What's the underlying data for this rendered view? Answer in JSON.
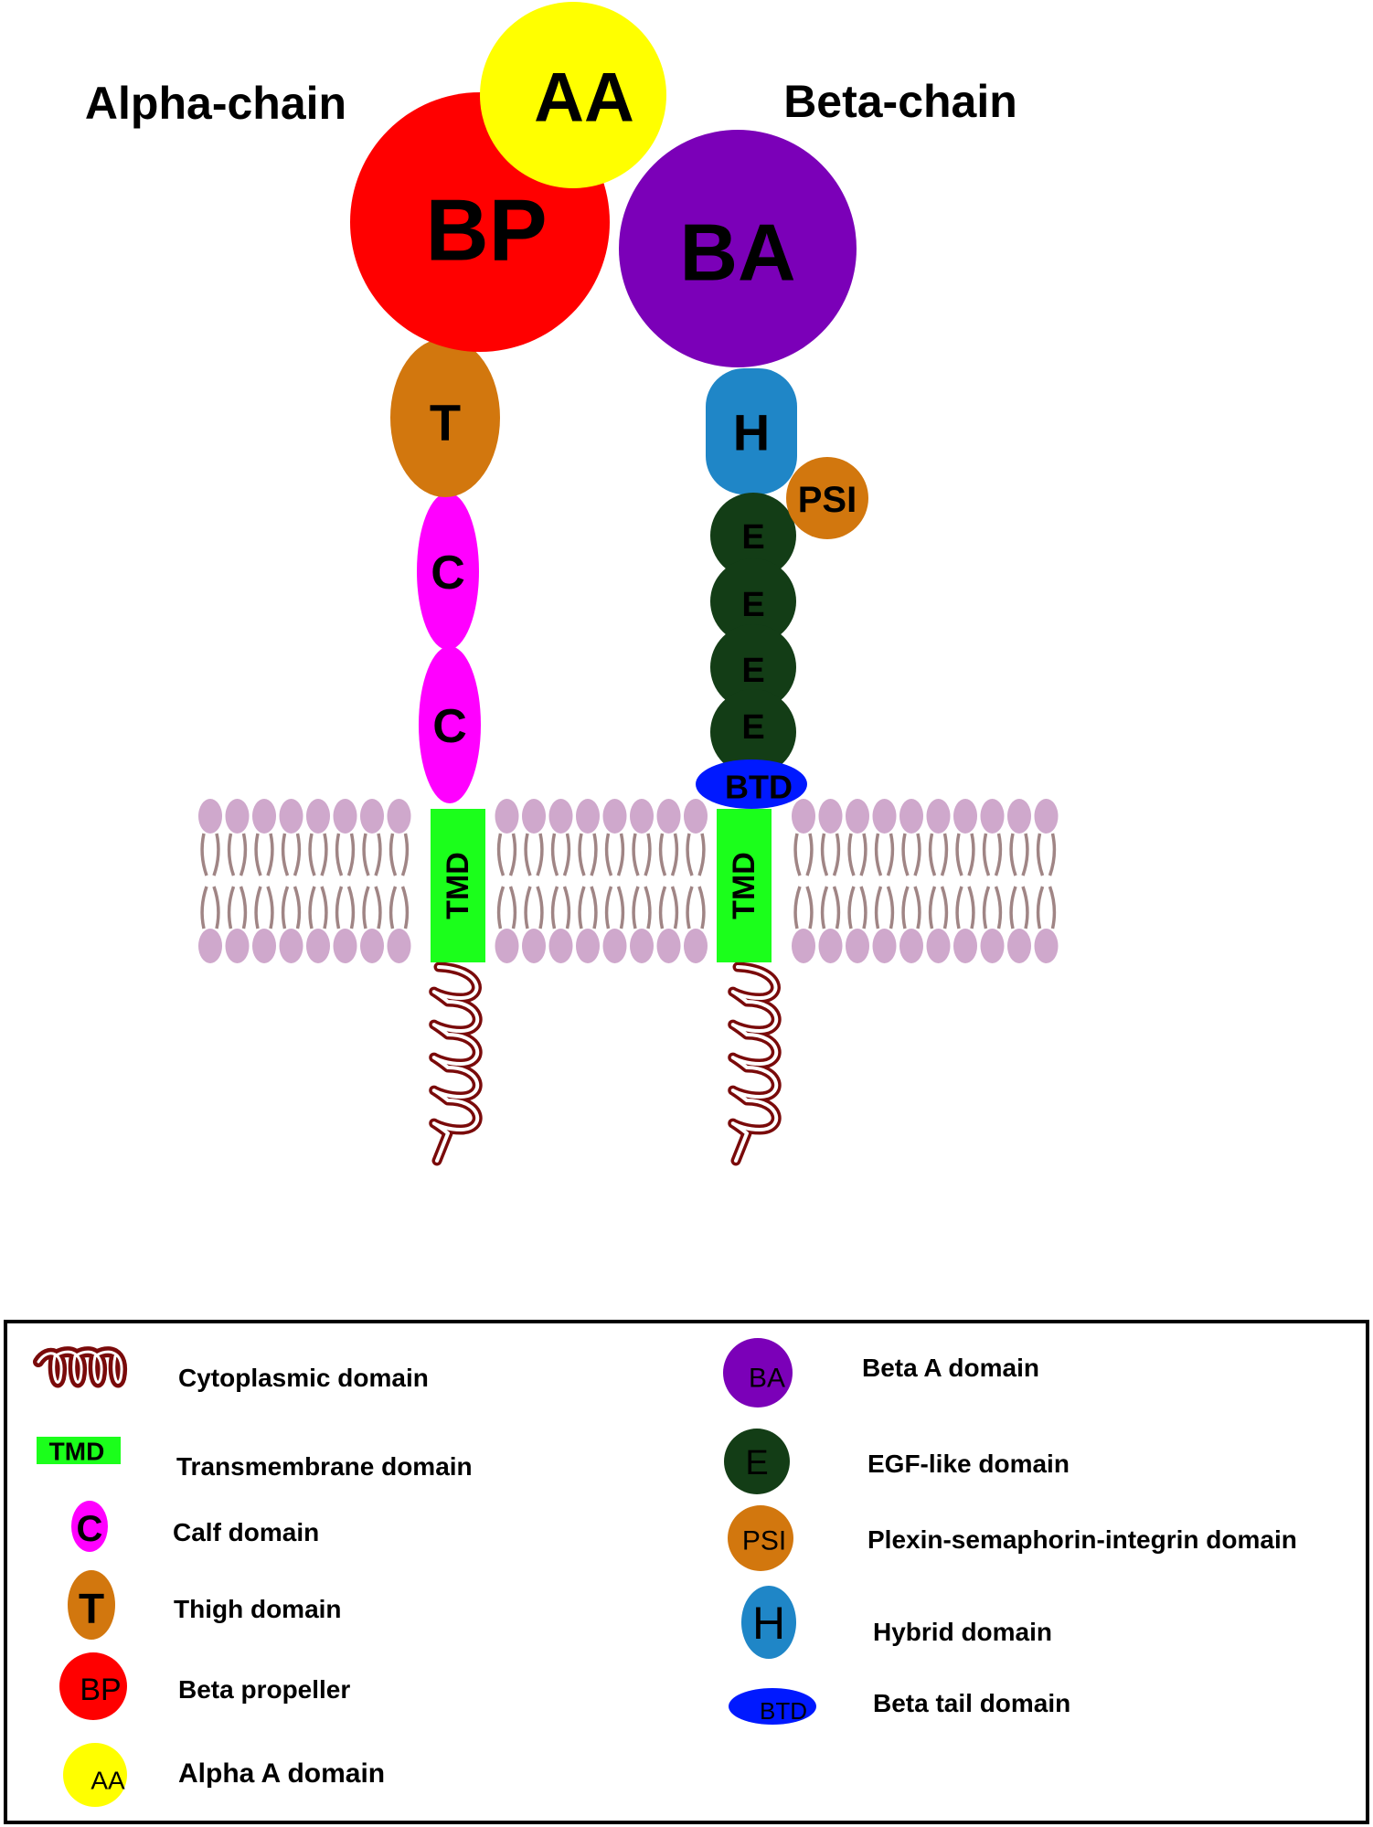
{
  "chains": {
    "alpha_label": "Alpha-chain",
    "beta_label": "Beta-chain"
  },
  "domains": {
    "aa": "AA",
    "bp": "BP",
    "ba": "BA",
    "thigh": "T",
    "calf": "C",
    "hybrid": "H",
    "psi": "PSI",
    "egf": "E",
    "btd": "BTD",
    "tmd": "TMD"
  },
  "legend": {
    "left": [
      {
        "symbol": "cytoplasmic",
        "name": "Cytoplasmic domain"
      },
      {
        "symbol": "TMD",
        "name": "Transmembrane domain"
      },
      {
        "symbol": "C",
        "name": "Calf domain"
      },
      {
        "symbol": "T",
        "name": "Thigh domain"
      },
      {
        "symbol": "BP",
        "name": "Beta propeller"
      },
      {
        "symbol": "AA",
        "name": "Alpha A domain"
      }
    ],
    "right": [
      {
        "symbol": "BA",
        "name": "Beta A domain"
      },
      {
        "symbol": "E",
        "name": "EGF-like domain"
      },
      {
        "symbol": "PSI",
        "name": "Plexin-semaphorin-integrin domain"
      },
      {
        "symbol": "H",
        "name": "Hybrid domain"
      },
      {
        "symbol": "BTD",
        "name": "Beta tail domain"
      }
    ]
  },
  "colors": {
    "aa": "#ffff00",
    "bp": "#ff0000",
    "ba": "#7b00b8",
    "thigh": "#d2770e",
    "calf": "#ff00ff",
    "hybrid": "#1f86c7",
    "psi": "#d2770e",
    "egf": "#133d16",
    "btd": "#0019ff",
    "tmd": "#1bff1b",
    "cytoplasmic": "#7a0a0a",
    "lipid_head": "#cfa8cc",
    "lipid_tail": "#a08585"
  }
}
